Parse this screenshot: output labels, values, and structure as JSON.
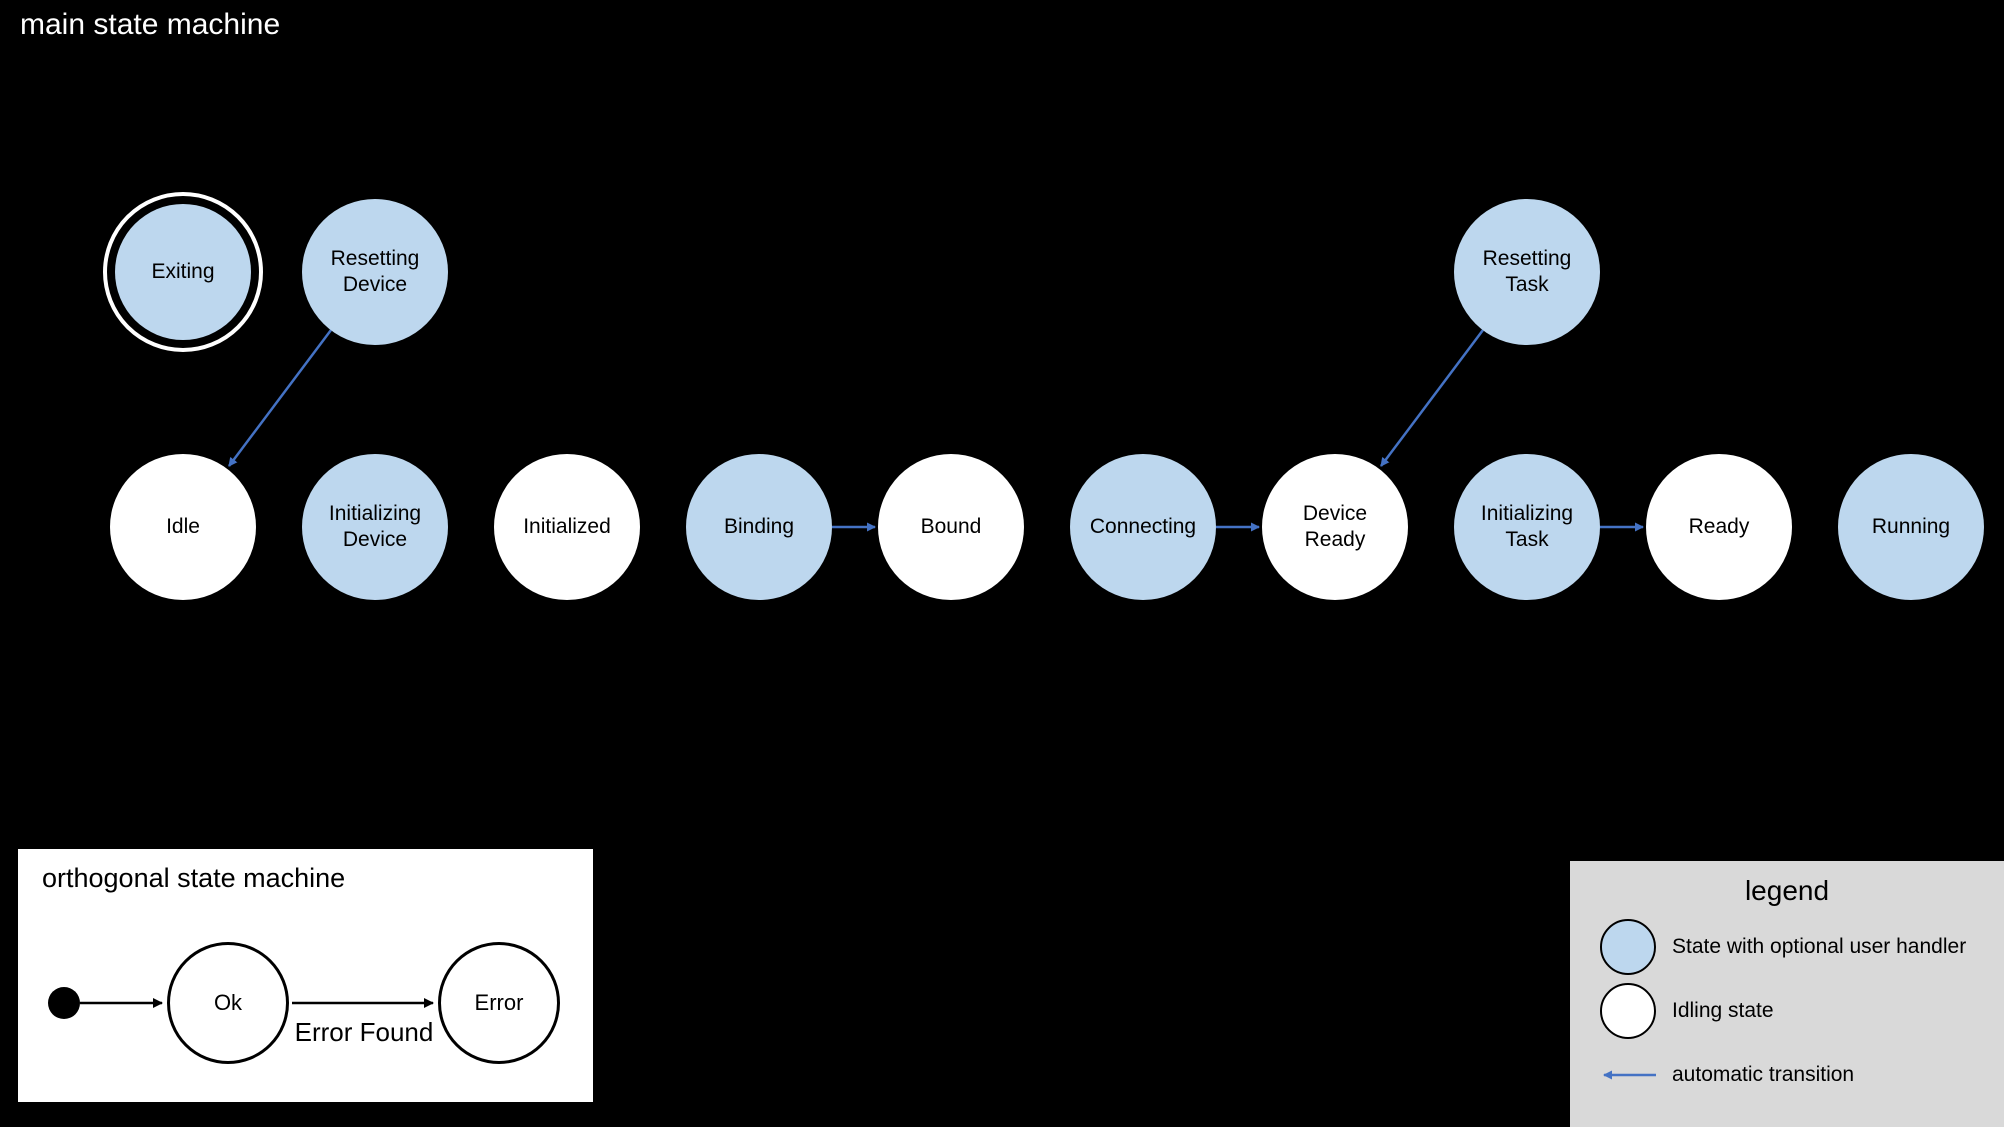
{
  "title": "main state machine",
  "colors": {
    "background": "#000000",
    "handler_state": "#bdd7ee",
    "idling_state": "#ffffff",
    "transition_arrow": "#4472c4",
    "legend_background": "#d9d9d9"
  },
  "main_machine": {
    "states": {
      "exiting": "Exiting",
      "resetting_device": "Resetting Device",
      "resetting_task": "Resetting Task",
      "idle": "Idle",
      "initializing_device": "Initializing Device",
      "initialized": "Initialized",
      "binding": "Binding",
      "bound": "Bound",
      "connecting": "Connecting",
      "device_ready": "Device Ready",
      "initializing_task": "Initializing Task",
      "ready": "Ready",
      "running": "Running"
    },
    "transitions": [
      {
        "from": "Resetting Device",
        "to": "Idle"
      },
      {
        "from": "Binding",
        "to": "Bound"
      },
      {
        "from": "Connecting",
        "to": "Device Ready"
      },
      {
        "from": "Resetting Task",
        "to": "Device Ready"
      },
      {
        "from": "Initializing Task",
        "to": "Ready"
      }
    ]
  },
  "orthogonal_machine": {
    "title": "orthogonal state machine",
    "states": {
      "ok": "Ok",
      "error": "Error"
    },
    "transition_label": "Error Found"
  },
  "legend": {
    "title": "legend",
    "items": [
      {
        "icon": "handler-state-circle",
        "label": "State with optional user handler"
      },
      {
        "icon": "idling-state-circle",
        "label": "Idling state"
      },
      {
        "icon": "automatic-transition-arrow",
        "label": "automatic transition"
      }
    ]
  }
}
